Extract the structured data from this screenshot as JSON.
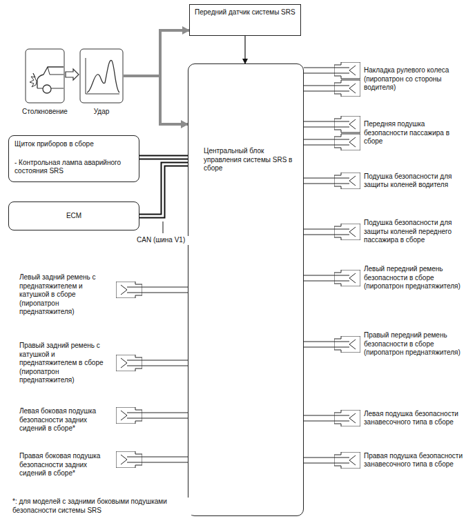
{
  "diagram": {
    "nodes": [
      {
        "text": [
          "Передний датчик системы SRS"
        ]
      },
      {
        "text": [
          "Столкновение"
        ]
      },
      {
        "text": [
          "Удар"
        ]
      },
      {
        "text": [
          "Щиток приборов в сборе",
          "- Контрольная лампа аварийного состояния SRS"
        ]
      },
      {
        "text": [
          "ECM"
        ]
      },
      {
        "text": [
          "Центральный блок управления системы SRS в сборе"
        ]
      },
      {
        "text": [
          "Накладка рулевого колеса (пиропатрон со стороны водителя)"
        ]
      },
      {
        "text": [
          "Передняя подушка безопасности пассажира в сборе"
        ]
      },
      {
        "text": [
          "Подушка безопасности для защиты коленей водителя"
        ]
      },
      {
        "text": [
          "Подушка безопасности для защиты коленей переднего пассажира в сборе"
        ]
      },
      {
        "text": [
          "Левый передний ремень безопасности в сборе (пиропатрон преднатяжителя)"
        ]
      },
      {
        "text": [
          "Правый передний ремень безопасности в сборе (пиропатрон преднатяжителя)"
        ]
      },
      {
        "text": [
          "Левая подушка безопасности занавесочного типа в сборе"
        ]
      },
      {
        "text": [
          "Правая подушка безопасности занавесочного типа в сборе"
        ]
      },
      {
        "text": [
          "Левый задний ремень с преднатяжителем и катушкой в сборе (пиропатрон преднатяжителя)"
        ]
      },
      {
        "text": [
          "Правый задний ремень с катушкой и преднатяжителем в сборе (пиропатрон преднатяжителя)"
        ]
      },
      {
        "text": [
          "Левая боковая подушка безопасности задних сидений в сборе*"
        ]
      },
      {
        "text": [
          "Правая боковая подушка безопасности задних сидений в сборе*"
        ]
      }
    ],
    "edges": [
      {
        "from": 1,
        "to": 2,
        "arrow": "to"
      },
      {
        "from": 2,
        "to": 0,
        "arrow": "to"
      },
      {
        "from": 2,
        "to": 5,
        "arrow": "to"
      },
      {
        "from": 0,
        "to": 5,
        "arrow": "to"
      },
      {
        "from": 3,
        "to": 5,
        "arrow": "none"
      },
      {
        "from": 4,
        "to": 5,
        "arrow": "none"
      },
      {
        "from": 5,
        "to": 6,
        "arrow": "none"
      },
      {
        "from": 5,
        "to": 7,
        "arrow": "none"
      },
      {
        "from": 5,
        "to": 8,
        "arrow": "none"
      },
      {
        "from": 5,
        "to": 9,
        "arrow": "none"
      },
      {
        "from": 5,
        "to": 10,
        "arrow": "none"
      },
      {
        "from": 5,
        "to": 11,
        "arrow": "none"
      },
      {
        "from": 5,
        "to": 12,
        "arrow": "none"
      },
      {
        "from": 5,
        "to": 13,
        "arrow": "none"
      },
      {
        "from": 5,
        "to": 14,
        "arrow": "none"
      },
      {
        "from": 5,
        "to": 15,
        "arrow": "none"
      },
      {
        "from": 5,
        "to": 16,
        "arrow": "none"
      },
      {
        "from": 5,
        "to": 17,
        "arrow": "none"
      }
    ],
    "labels": [
      "CAN (шина V1)",
      "*: для моделей с задними боковыми подушками безопасности системы SRS"
    ]
  }
}
